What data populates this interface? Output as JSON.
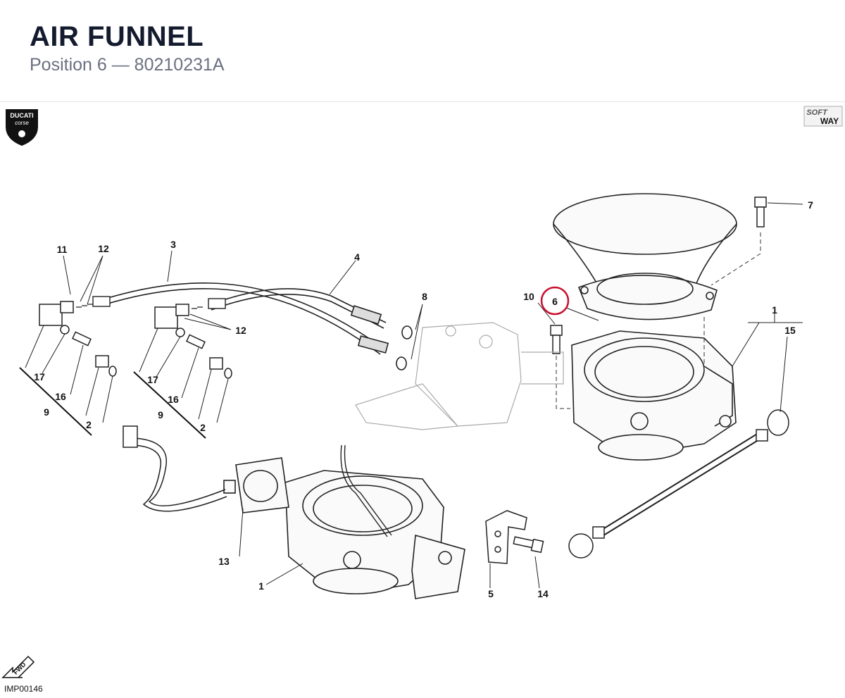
{
  "header": {
    "title": "AIR FUNNEL",
    "subtitle": "Position 6 — 80210231A"
  },
  "logos": {
    "left": {
      "brand": "DUCATI",
      "sub": "corse"
    },
    "right": {
      "line1": "SOFT",
      "line2": "WAY"
    }
  },
  "highlight": {
    "position": "6",
    "color": "#c8102e"
  },
  "callouts": {
    "c1a": "1",
    "c1b": "1",
    "c2a": "2",
    "c2b": "2",
    "c3": "3",
    "c4": "4",
    "c5": "5",
    "c7": "7",
    "c8": "8",
    "c9a": "9",
    "c9b": "9",
    "c10": "10",
    "c11": "11",
    "c12a": "12",
    "c12b": "12",
    "c13": "13",
    "c14": "14",
    "c15": "15",
    "c16a": "16",
    "c16b": "16",
    "c17a": "17",
    "c17b": "17"
  },
  "fwd_label": "FWD",
  "image_ref": "IMP00146"
}
